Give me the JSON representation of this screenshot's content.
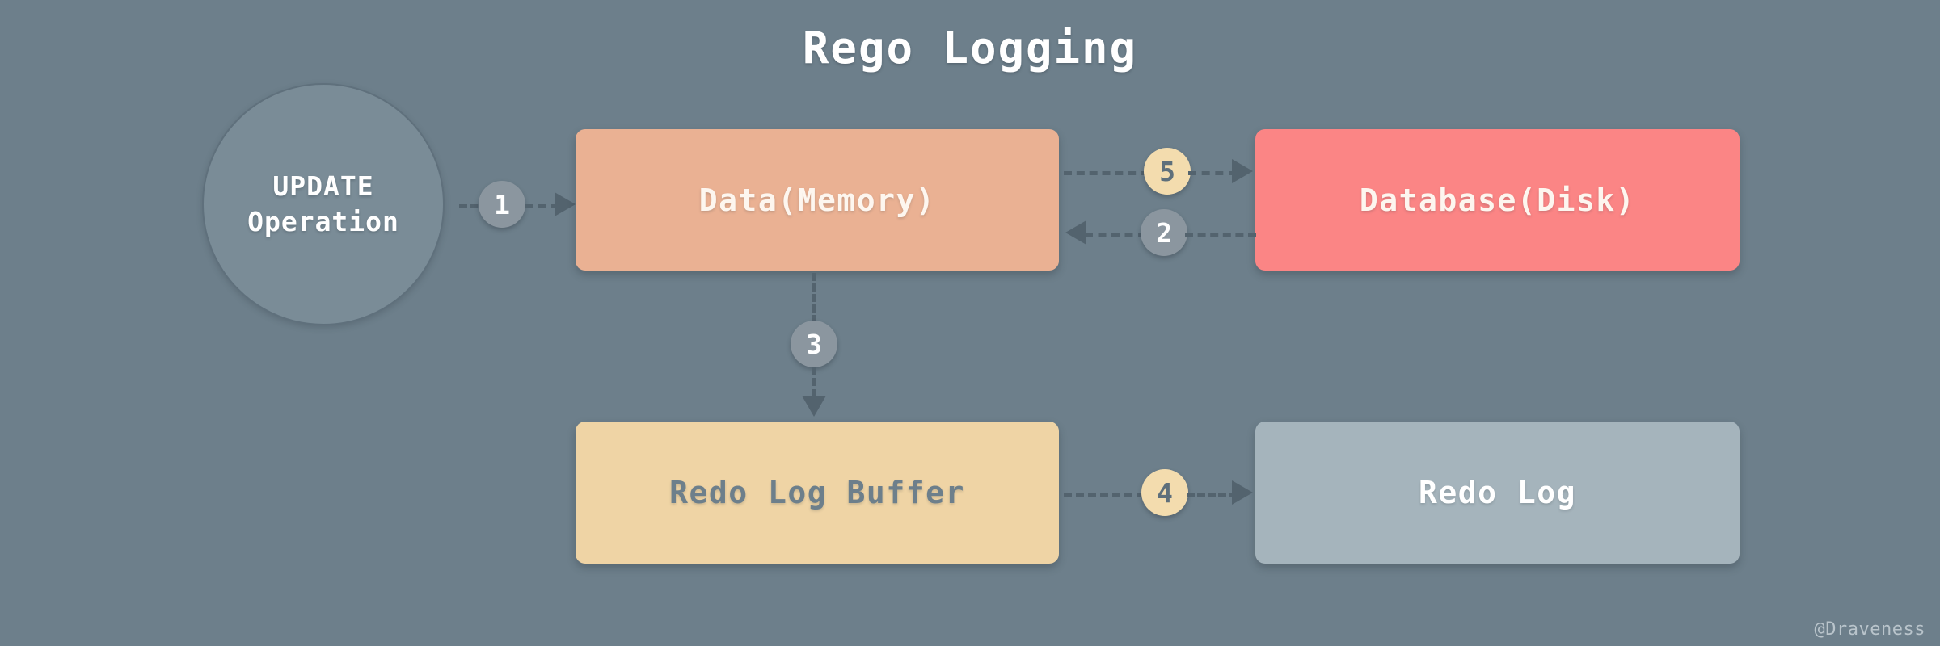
{
  "title": "Rego Logging",
  "background_color": "#6d7f8b",
  "watermark": "@Draveness",
  "nodes": {
    "update_operation": {
      "line1": "UPDATE",
      "line2": "Operation",
      "shape": "circle",
      "fill": "#7a8c97",
      "text_color": "#ffffff"
    },
    "data_memory": {
      "label": "Data(Memory)",
      "fill": "#eab193",
      "text_color": "#fdf6ef"
    },
    "database_disk": {
      "label": "Database(Disk)",
      "fill": "#fb8585",
      "text_color": "#fdf6ef"
    },
    "redo_log_buffer": {
      "label": "Redo Log Buffer",
      "fill": "#efd4a5",
      "text_color": "#6d7f8b"
    },
    "redo_log": {
      "label": "Redo Log",
      "fill": "#a5b4bc",
      "text_color": "#ffffff"
    }
  },
  "steps": [
    {
      "number": "1",
      "style": "gray",
      "from": "update_operation",
      "to": "data_memory",
      "direction": "right"
    },
    {
      "number": "2",
      "style": "gray",
      "from": "database_disk",
      "to": "data_memory",
      "direction": "left"
    },
    {
      "number": "3",
      "style": "gray",
      "from": "data_memory",
      "to": "redo_log_buffer",
      "direction": "down"
    },
    {
      "number": "4",
      "style": "tan",
      "from": "redo_log_buffer",
      "to": "redo_log",
      "direction": "right"
    },
    {
      "number": "5",
      "style": "tan",
      "from": "data_memory",
      "to": "database_disk",
      "direction": "right"
    }
  ],
  "colors": {
    "arrow": "#53636e",
    "badge_gray": "#8b969f",
    "badge_tan": "#f3dcae"
  }
}
